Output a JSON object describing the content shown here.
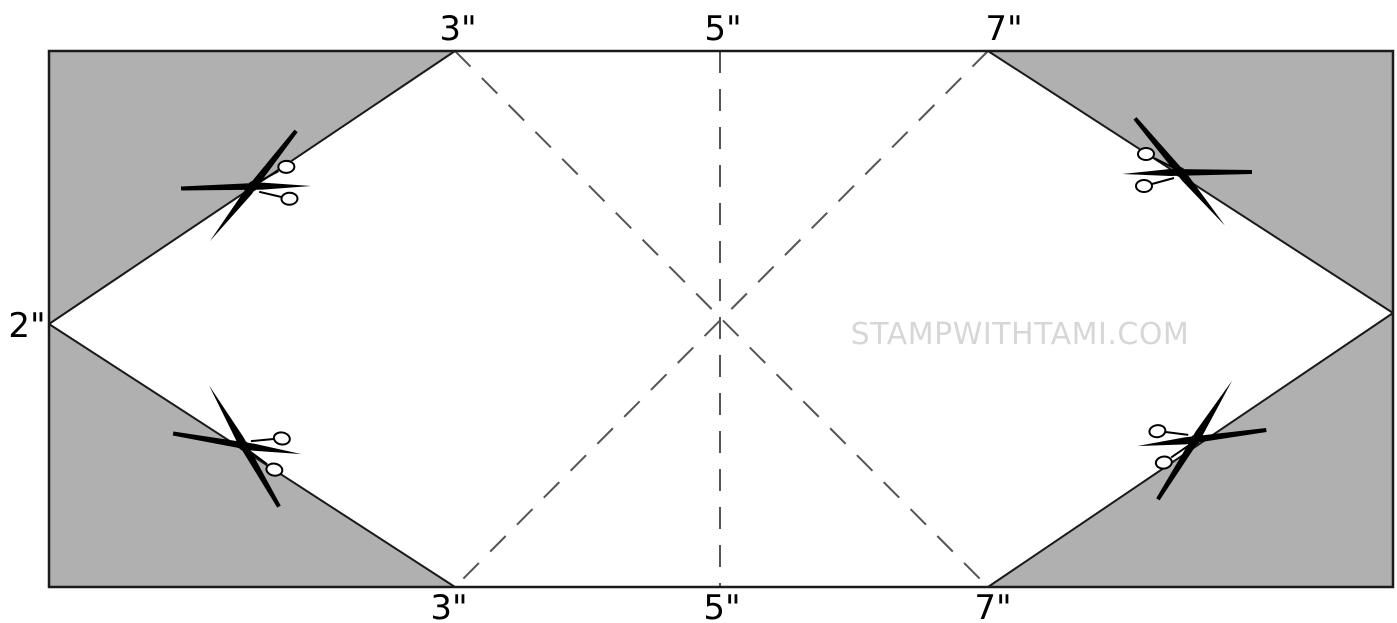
{
  "labels": {
    "top": [
      "3\"",
      "5\"",
      "7\""
    ],
    "bottom": [
      "3\"",
      "5\"",
      "7\""
    ],
    "left": "2\""
  },
  "watermark": "STAMPWITHTAMI.COM",
  "colors": {
    "corner_fill": "#b0b0b0",
    "outline": "#1a1a1a",
    "fold_line": "#555555",
    "watermark": "#d7d7d7"
  },
  "icons": {
    "cut_marker": "scissors-icon"
  }
}
